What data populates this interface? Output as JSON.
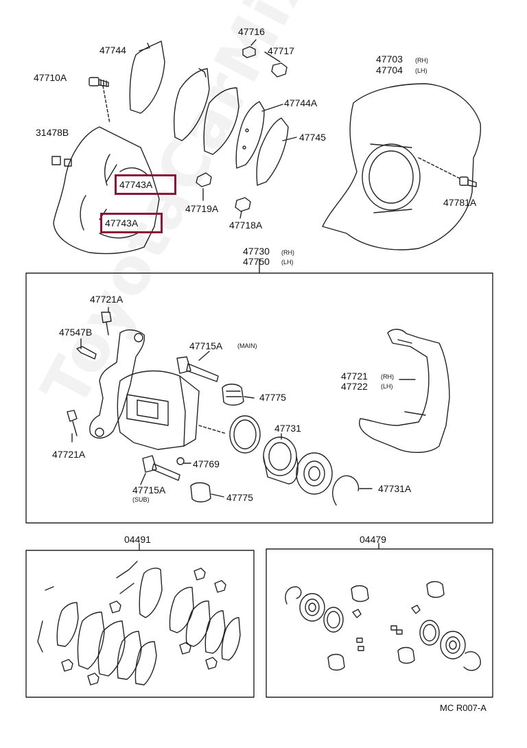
{
  "watermark": "ToyotaCarMix.ru",
  "labels": {
    "p47744": "47744",
    "p47716": "47716",
    "p47717": "47717",
    "p47710A": "47710A",
    "p47703": "47703",
    "p47704": "47704",
    "rh": "(RH)",
    "lh": "(LH)",
    "p47744A": "47744A",
    "p31478B": "31478B",
    "p47745": "47745",
    "p47743A_1": "47743A",
    "p47743A_2": "47743A",
    "p47719A": "47719A",
    "p47718A": "47718A",
    "p47781A": "47781A",
    "p47730": "47730",
    "p47750": "47750",
    "p47721A_top": "47721A",
    "p47547B": "47547B",
    "p47715A_main": "47715A",
    "main": "(MAIN)",
    "p47775_top": "47775",
    "p47721": "47721",
    "p47722": "47722",
    "p47721A_bot": "47721A",
    "p47769": "47769",
    "p47731": "47731",
    "p47715A_sub": "47715A",
    "sub": "(SUB)",
    "p47775_bot": "47775",
    "p47731A": "47731A",
    "p04491": "04491",
    "p04479": "04479"
  },
  "footer_code": "MC  R007-A",
  "colors": {
    "highlight": "#8b1538",
    "line": "#222222"
  }
}
